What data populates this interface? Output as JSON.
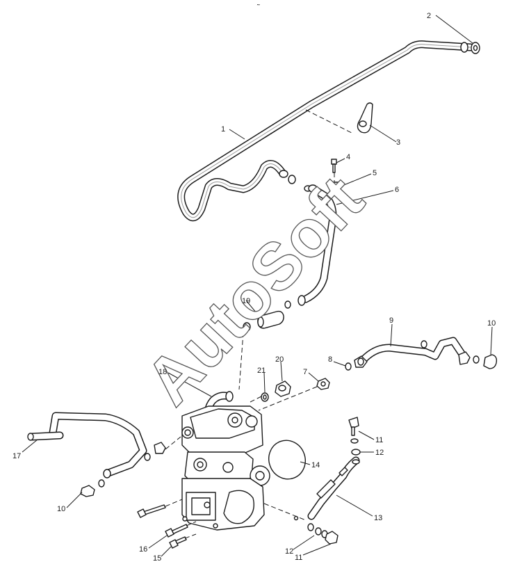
{
  "diagram": {
    "header_mark": "˜",
    "watermark": "AutoSoft",
    "callouts": [
      {
        "id": "c1",
        "label": "1"
      },
      {
        "id": "c2",
        "label": "2"
      },
      {
        "id": "c3",
        "label": "3"
      },
      {
        "id": "c4",
        "label": "4"
      },
      {
        "id": "c5",
        "label": "5"
      },
      {
        "id": "c6",
        "label": "6"
      },
      {
        "id": "c7",
        "label": "7"
      },
      {
        "id": "c8",
        "label": "8"
      },
      {
        "id": "c9",
        "label": "9"
      },
      {
        "id": "c10a",
        "label": "10"
      },
      {
        "id": "c10b",
        "label": "10"
      },
      {
        "id": "c11a",
        "label": "11"
      },
      {
        "id": "c11b",
        "label": "11"
      },
      {
        "id": "c12a",
        "label": "12"
      },
      {
        "id": "c12b",
        "label": "12"
      },
      {
        "id": "c13",
        "label": "13"
      },
      {
        "id": "c14",
        "label": "14"
      },
      {
        "id": "c15",
        "label": "15"
      },
      {
        "id": "c16",
        "label": "16"
      },
      {
        "id": "c17",
        "label": "17"
      },
      {
        "id": "c18",
        "label": "18"
      },
      {
        "id": "c19",
        "label": "19"
      },
      {
        "id": "c20",
        "label": "20"
      },
      {
        "id": "c21",
        "label": "21"
      }
    ]
  }
}
